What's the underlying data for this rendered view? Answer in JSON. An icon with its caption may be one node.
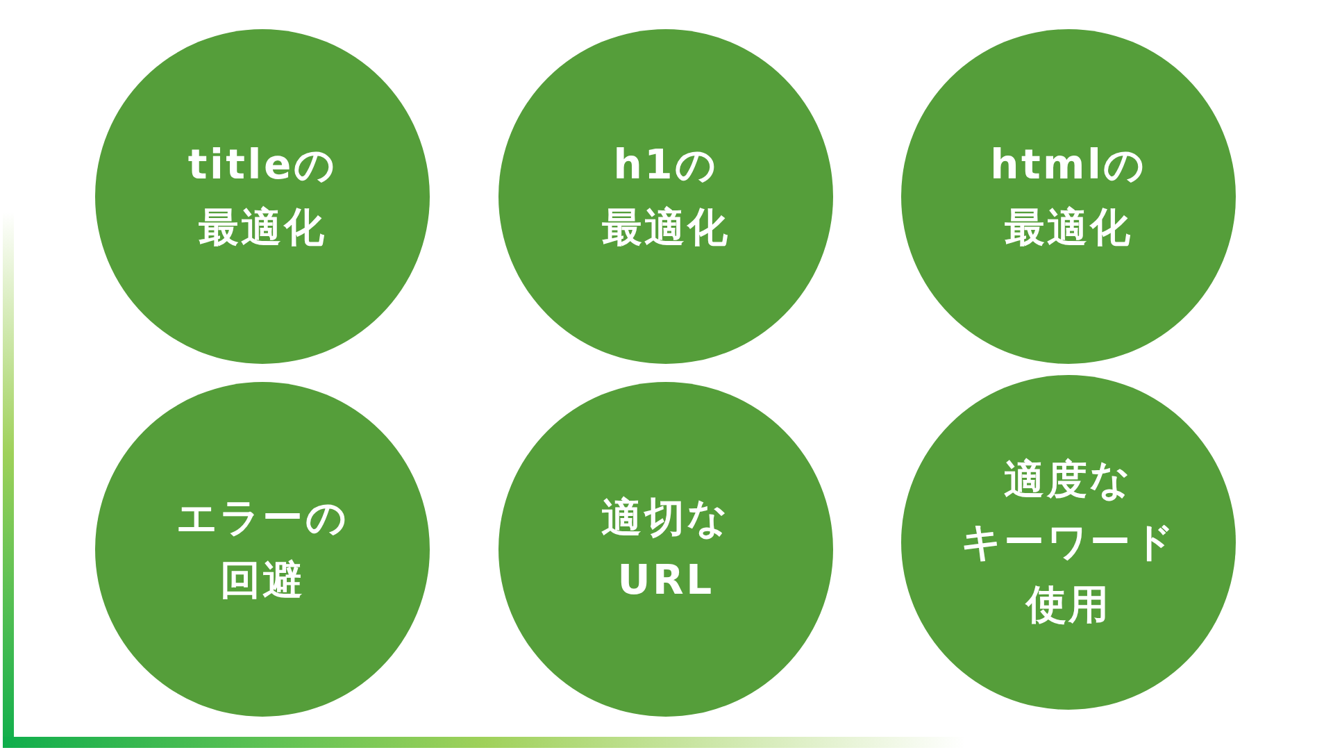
{
  "diagram": {
    "nodes": [
      {
        "text": [
          "titleの最適化"
        ]
      },
      {
        "text": [
          "h1の最適化"
        ]
      },
      {
        "text": [
          "htmlの最適化"
        ]
      },
      {
        "text": [
          "エラーの回避"
        ]
      },
      {
        "text": [
          "適切なURL"
        ]
      },
      {
        "text": [
          "適度なキーワード使用"
        ]
      }
    ]
  }
}
